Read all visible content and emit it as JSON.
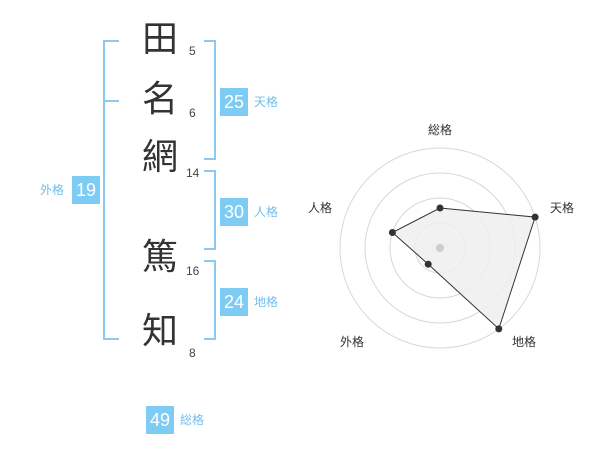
{
  "characters": [
    {
      "char": "田",
      "strokes": "5"
    },
    {
      "char": "名",
      "strokes": "6"
    },
    {
      "char": "網",
      "strokes": "14"
    },
    {
      "char": "篤",
      "strokes": "16"
    },
    {
      "char": "知",
      "strokes": "8"
    }
  ],
  "kakaku": {
    "tenkaku": {
      "value": "25",
      "label": "天格"
    },
    "jinkaku": {
      "value": "30",
      "label": "人格"
    },
    "chikaku": {
      "value": "24",
      "label": "地格"
    },
    "gaikaku": {
      "value": "19",
      "label": "外格"
    },
    "soukaku": {
      "value": "49",
      "label": "総格"
    }
  },
  "colors": {
    "accent": "#7ecbf4",
    "line": "#8cc8f0",
    "text": "#333333"
  },
  "chart_data": {
    "type": "radar",
    "axes": [
      "総格",
      "天格",
      "地格",
      "外格",
      "人格"
    ],
    "values": [
      0.4,
      1.0,
      1.0,
      0.2,
      0.5
    ],
    "range": [
      0,
      1
    ],
    "rings": 4
  }
}
